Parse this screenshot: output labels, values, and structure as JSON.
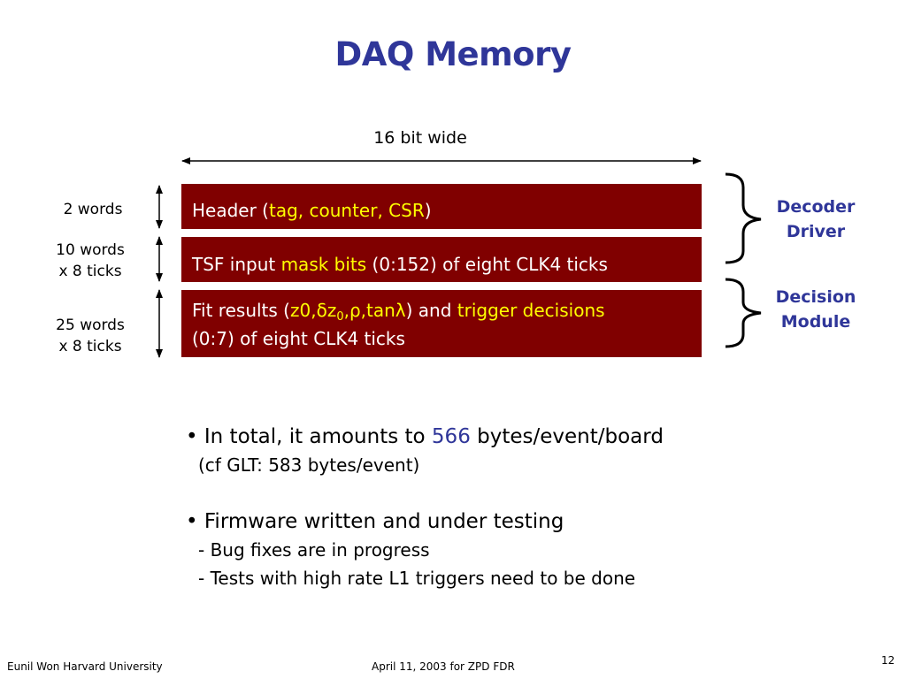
{
  "slide": {
    "title": "DAQ Memory",
    "width_label": "16 bit wide",
    "rows": [
      {
        "label_line1": "2  words",
        "label_line2": ""
      },
      {
        "label_line1": "10 words",
        "label_line2": "x 8 ticks"
      },
      {
        "label_line1": "25 words",
        "label_line2": "x 8 ticks"
      }
    ],
    "header_box": {
      "prefix": "Header (",
      "highlight": "tag, counter, CSR",
      "suffix": ")"
    },
    "tsf_box": {
      "prefix": "TSF input ",
      "highlight": "mask bits",
      "suffix": " (0:152) of eight CLK4 ticks"
    },
    "fit_box": {
      "prefix": "Fit results (",
      "z0": "z0,",
      "delta": "δ",
      "z": "z",
      "z_sub": "0",
      "rho": ",ρ",
      "tan": ",tanλ",
      "mid": ") and ",
      "highlight": "trigger decisions",
      "line2": "(0:7) of eight CLK4 ticks"
    },
    "side_labels": [
      {
        "line1": "Decoder",
        "line2": "Driver"
      },
      {
        "line1": "Decision",
        "line2": "Module"
      }
    ],
    "bullets": {
      "b1_prefix": "• In total, it amounts to ",
      "b1_number": "566",
      "b1_suffix": " bytes/event/board",
      "b1_sub": "(cf GLT: 583 bytes/event)",
      "b2": "• Firmware written and under testing",
      "b2_sub1": "- Bug fixes are in progress",
      "b2_sub2": "- Tests with high rate L1 triggers need to be done"
    },
    "footer": {
      "author": "Eunil Won  Harvard University",
      "date": "April 11, 2003 for ZPD FDR",
      "page": "12"
    },
    "colors": {
      "title": "#2f3699",
      "box": "#800000",
      "highlight": "#ffff00"
    }
  }
}
